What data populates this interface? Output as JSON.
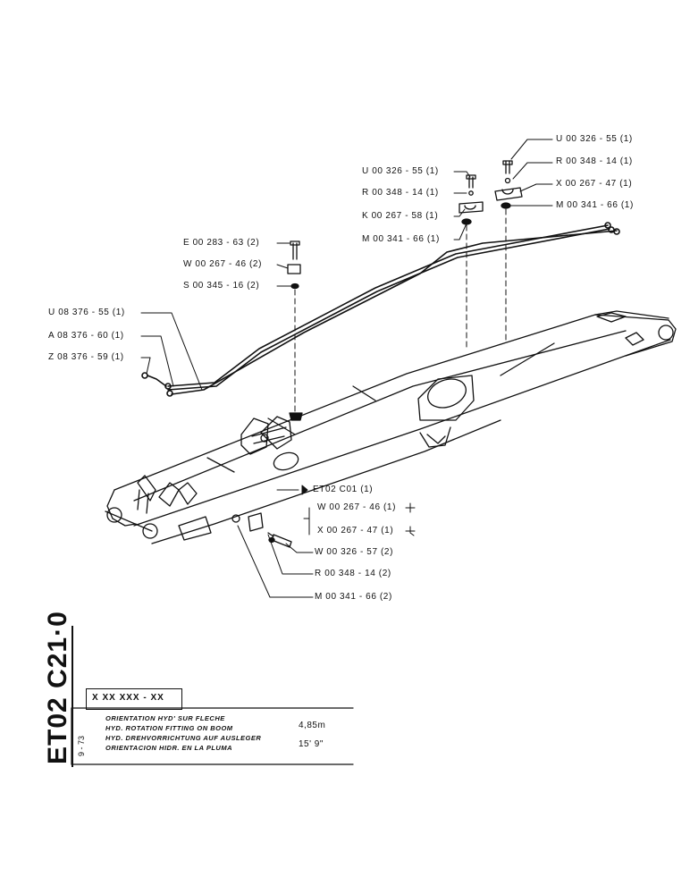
{
  "labels": {
    "u_top_right": "U 00 326 - 55 (1)",
    "r_top_right": "R 00 348 - 14 (1)",
    "x_top_right": "X 00 267 - 47 (1)",
    "m_top_right": "M 00 341 - 66 (1)",
    "u_mid": "U 00 326 - 55 (1)",
    "r_mid": "R 00 348 - 14 (1)",
    "k_mid": "K 00 267 - 58 (1)",
    "m_mid": "M 00 341 - 66 (1)",
    "e_left": "E 00 283 - 63 (2)",
    "w_left": "W 00 267 - 46 (2)",
    "s_left": "S 00 345 - 16 (2)",
    "u_hose": "U 08 376 - 55 (1)",
    "a_hose": "A 08 376 - 60 (1)",
    "z_hose": "Z 08 376 - 59 (1)",
    "et_ref": "ET02 C01 (1)",
    "w_lower": "W 00 267 - 46 (1)",
    "x_lower": "X 00 267 - 47 (1)",
    "w_bolt": "W 00 326 - 57 (2)",
    "r_bolt": "R 00 348 - 14 (2)",
    "m_bolt": "M 00 341 - 66 (2)"
  },
  "titleblock": {
    "code": "ET02 C21·0",
    "date": "9 - 73",
    "part_number": "X XX XXX - XX",
    "desc_fr": "ORIENTATION HYD' SUR FLECHE",
    "desc_en": "HYD. ROTATION FITTING ON BOOM",
    "desc_de": "HYD. DREHVORRICHTUNG AUF AUSLEGER",
    "desc_es": "ORIENTACION HIDR. EN LA PLUMA",
    "length_m": "4,85m",
    "length_ft": "15'  9\""
  }
}
